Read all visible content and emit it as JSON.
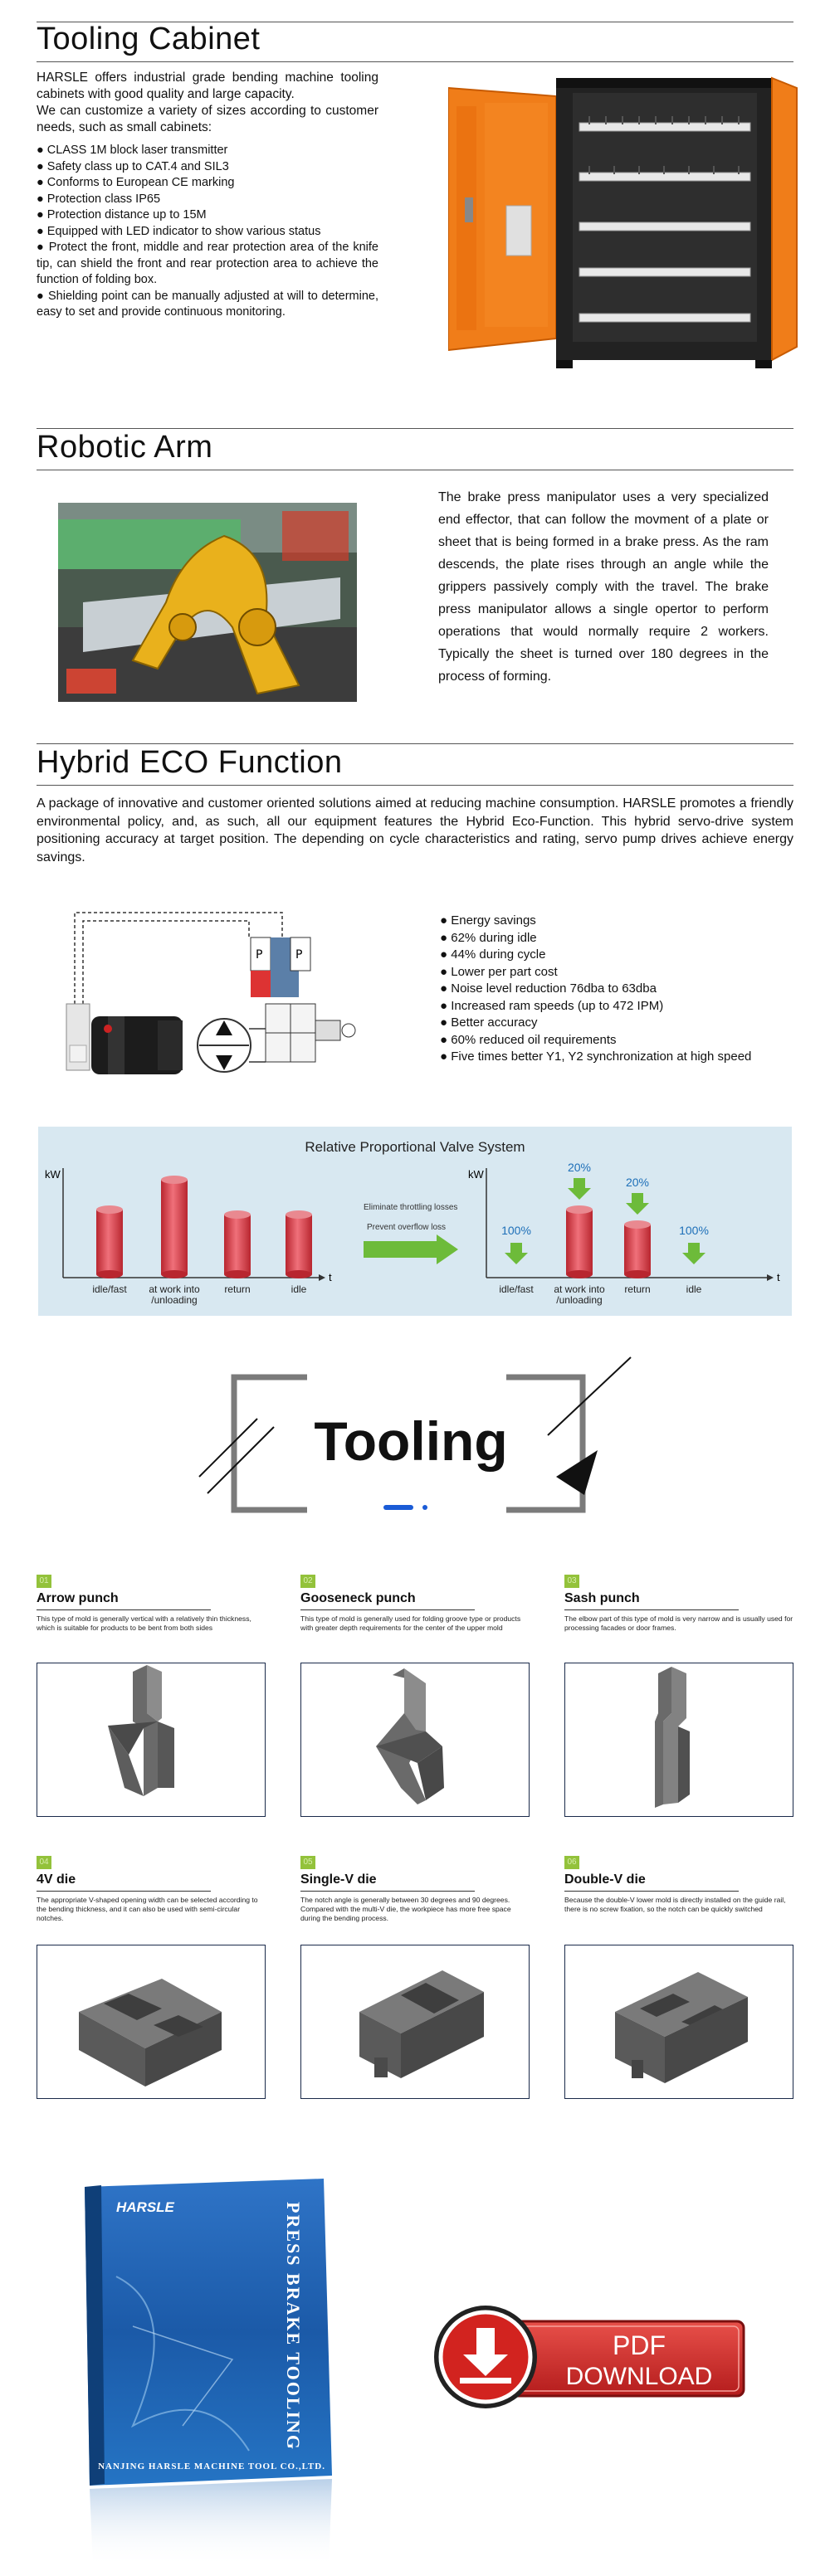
{
  "cabinet_section": {
    "title": "Tooling Cabinet",
    "intro_1": "HARSLE offers industrial grade bending machine tooling cabinets with good quality and large capacity.",
    "intro_2": "We can customize a variety of sizes according to customer needs, such as small cabinets:",
    "features": [
      "CLASS 1M block laser transmitter",
      "Safety class up to CAT.4 and SIL3",
      "Conforms to European CE marking",
      "Protection class IP65",
      "Protection distance up to 15M",
      "Equipped with LED indicator to show various status",
      "Protect the front, middle and rear protection area of the knife tip, can shield the front and rear protection area to achieve the function of folding box.",
      "Shielding point can be manually adjusted at will to determine, easy to set and provide continuous monitoring."
    ]
  },
  "robot_section": {
    "title": "Robotic Arm",
    "text": "The brake press manipulator uses a very specialized end effector, that can follow the movment of a plate or sheet that is being formed in a brake press. As the ram descends, the plate rises through an angle while the grippers passively comply with the travel. The brake press manipulator allows a single opertor to perform operations that would normally require 2 workers. Typically the sheet is turned over 180 degrees in the process of forming."
  },
  "hybrid_section": {
    "title": "Hybrid ECO Function",
    "intro": "A package of innovative and customer oriented solutions aimed at reducing machine consumption. HARSLE promotes a friendly environmental policy, and, as such, all our equipment features the Hybrid Eco-Function. This hybrid servo-drive system positioning accuracy at target position. The depending on cycle characteristics and rating, servo pump drives achieve energy savings.",
    "benefits": [
      "Energy savings",
      "62% during idle",
      "44% during cycle",
      "Lower per part cost",
      "Noise level reduction 76dba to 63dba",
      "Increased ram speeds (up to 472 IPM)",
      "Better accuracy",
      "60% reduced oil requirements",
      "Five times better Y1, Y2 synchronization at high speed"
    ],
    "valve_chart": {
      "title": "Relative Proportional Valve System",
      "axis_y": "kW",
      "axis_x": "t",
      "middle_text_1": "Eliminate throttling losses",
      "middle_text_2": "Prevent overflow loss",
      "left_categories": [
        "idle/fast",
        "at work into /unloading",
        "return",
        "idle"
      ],
      "right_categories": [
        "idle/fast",
        "at work into /unloading",
        "return",
        "idle"
      ],
      "right_labels": [
        "100%",
        "20%",
        "20%",
        "100%"
      ],
      "colors": {
        "cylinder": "#d9434b",
        "arrow": "#6dbb3a",
        "panel": "#d8e8f1"
      }
    }
  },
  "tooling_banner": {
    "title": "Tooling"
  },
  "tools": [
    {
      "num": "01",
      "name": "Arrow punch",
      "desc": "This type of mold is generally vertical with a relatively thin thickness, which is suitable for products to be bent from both sides"
    },
    {
      "num": "02",
      "name": "Gooseneck punch",
      "desc": "This type of mold is generally used for folding groove type or products with greater depth requirements for the center of the upper mold"
    },
    {
      "num": "03",
      "name": "Sash punch",
      "desc": "The elbow part of this type of mold is very narrow and is usually used for processing facades or door frames."
    },
    {
      "num": "04",
      "name": "4V die",
      "desc": "The appropriate V-shaped opening width can be selected according to the bending thickness, and it can also be used with semi-circular notches."
    },
    {
      "num": "05",
      "name": "Single-V die",
      "desc": "The notch angle is generally between 30 degrees and 90 degrees. Compared with the multi-V die, the workpiece has more free space during the bending process."
    },
    {
      "num": "06",
      "name": "Double-V die",
      "desc": "Because the double-V lower mold is directly installed on the guide rail, there is no screw fixation, so the notch can be quickly switched"
    }
  ],
  "catalog": {
    "brand": "HARSLE",
    "cover_title": "PRESS BRAKE TOOLING",
    "company": "NANJING HARSLE MACHINE TOOL CO.,LTD."
  },
  "pdf_button": {
    "line1": "PDF",
    "line2": "DOWNLOAD"
  }
}
